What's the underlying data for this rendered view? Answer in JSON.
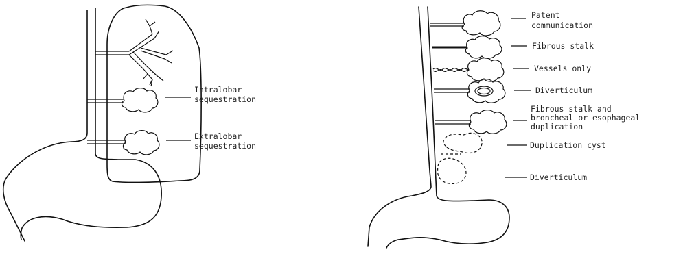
{
  "left_panel": {
    "labels": [
      {
        "lines": [
          "Intralobar",
          "sequestration"
        ]
      },
      {
        "lines": [
          "Extralobar",
          "sequestration"
        ]
      }
    ]
  },
  "right_panel": {
    "labels": [
      {
        "lines": [
          "Patent",
          "communication"
        ]
      },
      {
        "lines": [
          "Fibrous stalk"
        ]
      },
      {
        "lines": [
          "Vessels only"
        ]
      },
      {
        "lines": [
          "Diverticulum"
        ]
      },
      {
        "lines": [
          "Fibrous stalk and",
          "broncheal or esophageal",
          "duplication"
        ]
      },
      {
        "lines": [
          "Duplication cyst"
        ]
      },
      {
        "lines": [
          "Diverticulum"
        ]
      }
    ]
  }
}
